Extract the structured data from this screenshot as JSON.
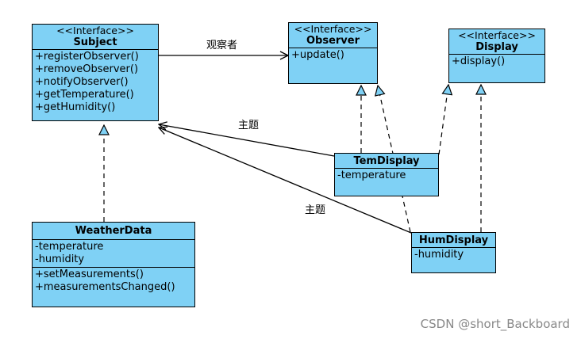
{
  "classes": {
    "subject": {
      "stereotype": "<<Interface>>",
      "name": "Subject",
      "methods": [
        "+registerObserver()",
        "+removeObserver()",
        "+notifyObserver()",
        "+getTemperature()",
        "+getHumidity()"
      ]
    },
    "observer": {
      "stereotype": "<<Interface>>",
      "name": "Observer",
      "methods": [
        "+update()"
      ]
    },
    "display": {
      "stereotype": "<<Interface>>",
      "name": "Display",
      "methods": [
        "+display()"
      ]
    },
    "tem_display": {
      "name": "TemDisplay",
      "attributes": [
        "-temperature"
      ]
    },
    "hum_display": {
      "name": "HumDisplay",
      "attributes": [
        "-humidity"
      ]
    },
    "weather_data": {
      "name": "WeatherData",
      "attributes": [
        "-temperature",
        "-humidity"
      ],
      "methods": [
        "+setMeasurements()",
        "+measurementsChanged()"
      ]
    }
  },
  "edge_labels": {
    "observer_assoc": "观察者",
    "subject_assoc_tem": "主题",
    "subject_assoc_hum": "主题"
  },
  "watermark": "CSDN @short_Backboard",
  "colors": {
    "class_fill": "#7fd1f5",
    "line": "#000000"
  }
}
